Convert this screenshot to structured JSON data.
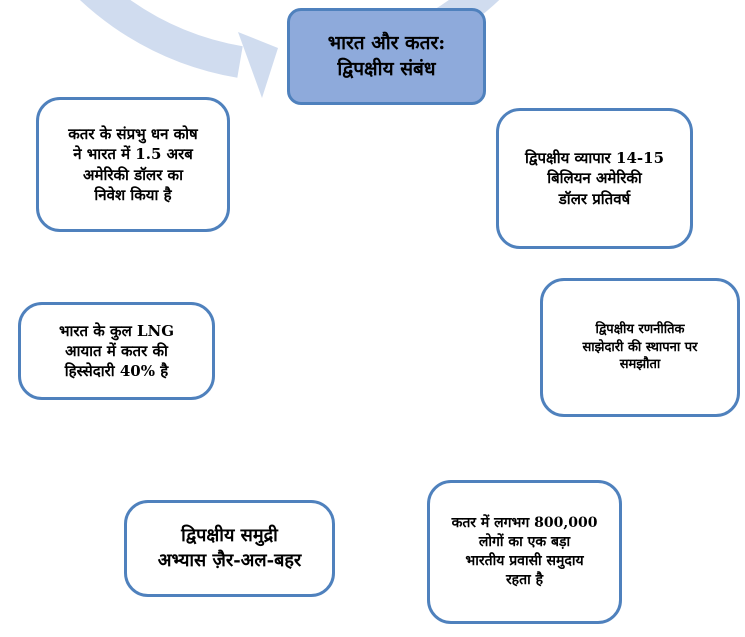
{
  "title": "भारत और कतर:\nद्विपक्षीय संबंध",
  "colors": {
    "ring": "#d0dcef",
    "border": "#4f81bd",
    "center_fill": "#8eaadb"
  },
  "items": [
    "द्विपक्षीय व्यापार 14-15\nबिलियन अमेरिकी\nडॉलर प्रतिवर्ष",
    "द्विपक्षीय रणनीतिक\nसाझेदारी की स्थापना पर\nसमझौता",
    "कतर में लगभग 800,000\nलोगों का एक बड़ा\nभारतीय प्रवासी समुदाय\nरहता है",
    "द्विपक्षीय समुद्री\nअभ्यास ज़ैर-अल-बहर",
    "भारत के कुल LNG\nआयात में कतर की\nहिस्सेदारी 40% है",
    "कतर के संप्रभु धन कोष\nने भारत में 1.5 अरब\nअमेरिकी डॉलर का\nनिवेश किया है"
  ]
}
